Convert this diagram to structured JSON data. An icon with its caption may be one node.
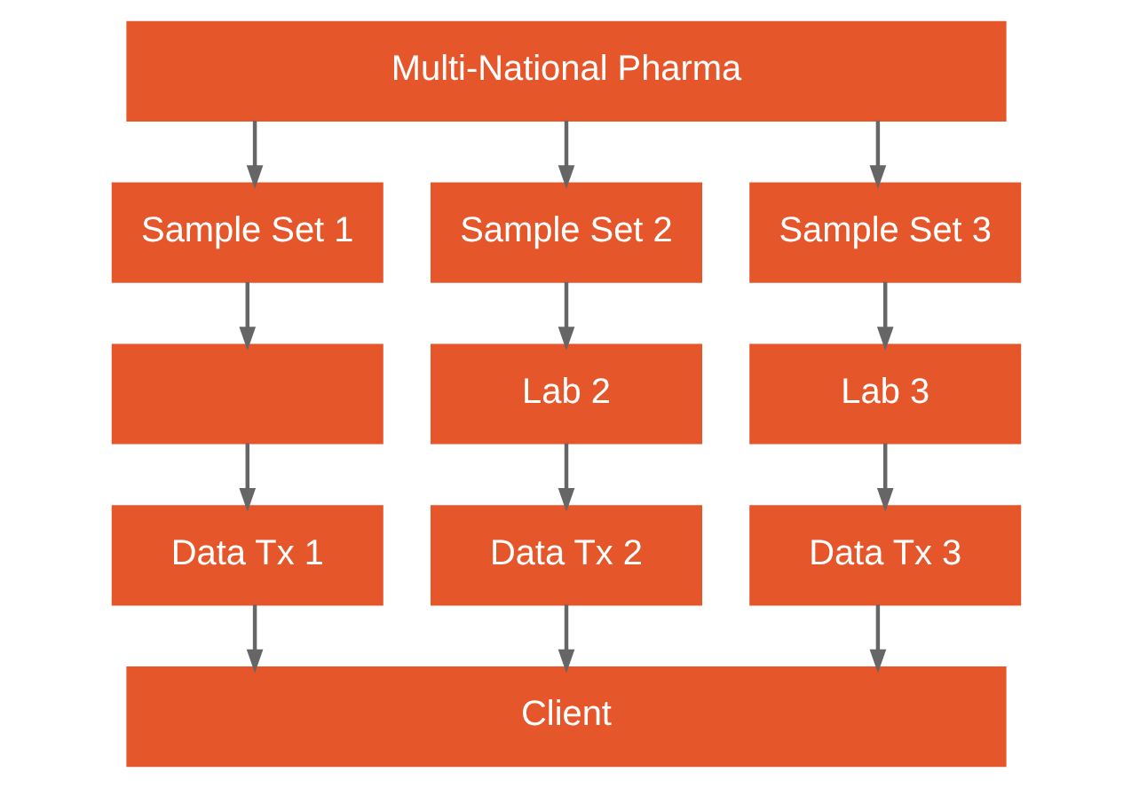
{
  "diagram": {
    "nodes": [
      {
        "text": [
          "Multi-National Pharma"
        ]
      },
      {
        "text": [
          "Sample Set 1"
        ]
      },
      {
        "text": [
          "Sample Set 2"
        ]
      },
      {
        "text": [
          "Sample Set 3"
        ]
      },
      {
        "text": [],
        "shape": "box"
      },
      {
        "text": [
          "Lab 2"
        ]
      },
      {
        "text": [
          "Lab 3"
        ]
      },
      {
        "text": [
          "Data Tx 1"
        ]
      },
      {
        "text": [
          "Data Tx 2"
        ]
      },
      {
        "text": [
          "Data Tx 3"
        ]
      },
      {
        "text": [
          "Client"
        ]
      }
    ],
    "edges": [
      {
        "from": 0,
        "to": 1,
        "arrow": "to"
      },
      {
        "from": 0,
        "to": 2,
        "arrow": "to"
      },
      {
        "from": 0,
        "to": 3,
        "arrow": "to"
      },
      {
        "from": 1,
        "to": 4,
        "arrow": "to"
      },
      {
        "from": 2,
        "to": 5,
        "arrow": "to"
      },
      {
        "from": 3,
        "to": 6,
        "arrow": "to"
      },
      {
        "from": 4,
        "to": 7,
        "arrow": "to"
      },
      {
        "from": 5,
        "to": 8,
        "arrow": "to"
      },
      {
        "from": 6,
        "to": 9,
        "arrow": "to"
      },
      {
        "from": 7,
        "to": 10,
        "arrow": "to"
      },
      {
        "from": 8,
        "to": 10,
        "arrow": "to"
      },
      {
        "from": 9,
        "to": 10,
        "arrow": "to"
      }
    ]
  }
}
